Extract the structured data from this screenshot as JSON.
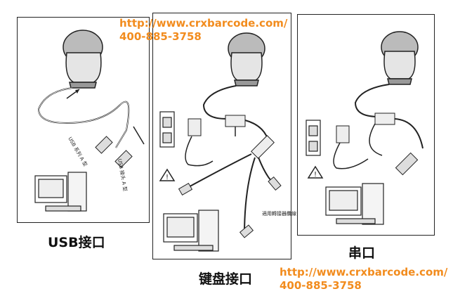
{
  "watermark": {
    "url": "http://www.crxbarcode.com/",
    "phone": "400-885-3758"
  },
  "captions": {
    "usb": "USB接口",
    "keyboard": "键盘接口",
    "serial": "串口"
  },
  "labels": {
    "usb_series_a": "USB 系列 A 型",
    "usb_connector_a": "USB 接头 A 型",
    "adapter_cable": "適用轉接器纜線"
  },
  "colors": {
    "watermark": "#f28c1e",
    "line": "#222222"
  }
}
